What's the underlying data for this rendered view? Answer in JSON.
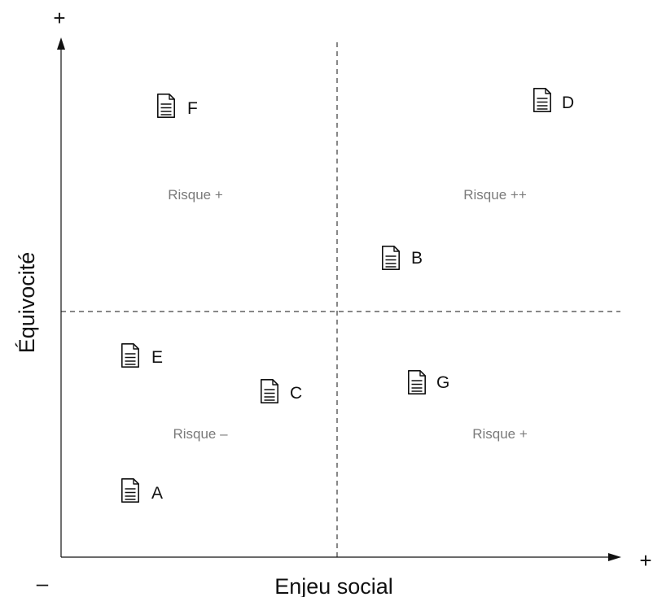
{
  "axes": {
    "x_label": "Enjeu social",
    "y_label": "Équivocité",
    "y_plus": "+",
    "x_plus": "+",
    "origin_minus": "–"
  },
  "quadrants": {
    "top_left": "Risque +",
    "top_right": "Risque ++",
    "bottom_left": "Risque –",
    "bottom_right": "Risque +"
  },
  "documents": [
    {
      "id": "F",
      "label": "F",
      "icon": "document-icon"
    },
    {
      "id": "D",
      "label": "D",
      "icon": "document-icon"
    },
    {
      "id": "B",
      "label": "B",
      "icon": "document-icon"
    },
    {
      "id": "E",
      "label": "E",
      "icon": "document-icon"
    },
    {
      "id": "C",
      "label": "C",
      "icon": "document-icon"
    },
    {
      "id": "G",
      "label": "G",
      "icon": "document-icon"
    },
    {
      "id": "A",
      "label": "A",
      "icon": "document-icon"
    }
  ]
}
